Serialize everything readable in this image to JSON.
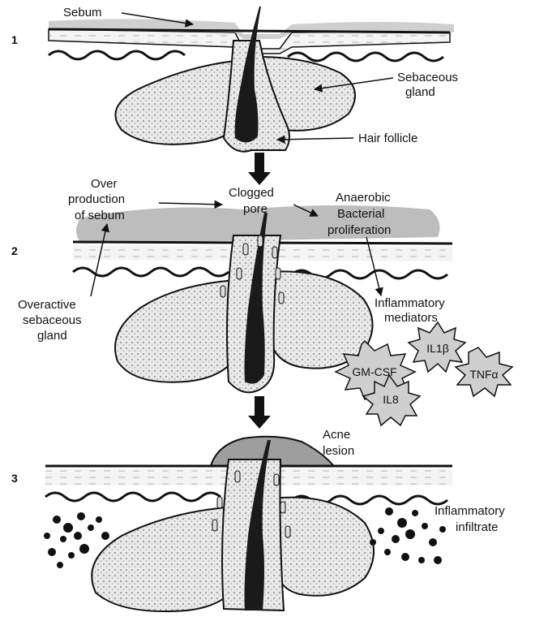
{
  "panels": [
    {
      "number": "1",
      "labels": {
        "sebum": "Sebum",
        "sebaceous_gland": [
          "Sebaceous",
          "gland"
        ],
        "hair_follicle": "Hair follicle"
      }
    },
    {
      "number": "2",
      "labels": {
        "over_production": [
          "Over",
          "production",
          "of sebum"
        ],
        "clogged_pore": [
          "Clogged",
          "pore"
        ],
        "anaerobic": [
          "Anaerobic",
          "Bacterial",
          "proliferation"
        ],
        "overactive_gland": [
          "Overactive",
          "sebaceous",
          "gland"
        ],
        "inflammatory_mediators": [
          "Inflammatory",
          "mediators"
        ]
      },
      "cytokines": [
        "IL1β",
        "GM-CSF",
        "TNFα",
        "IL8"
      ]
    },
    {
      "number": "3",
      "labels": {
        "acne_lesion": [
          "Acne",
          "lesion"
        ],
        "inflammatory_infiltrate": [
          "Inflammatory",
          "infiltrate"
        ]
      }
    }
  ],
  "colors": {
    "ink": "#111111",
    "sebum_fill": "#bdbdbd",
    "gland_fill": "#e6e6e6",
    "dermis_fill": "#f2f2f2",
    "burst_fill": "#cfcfcf"
  }
}
